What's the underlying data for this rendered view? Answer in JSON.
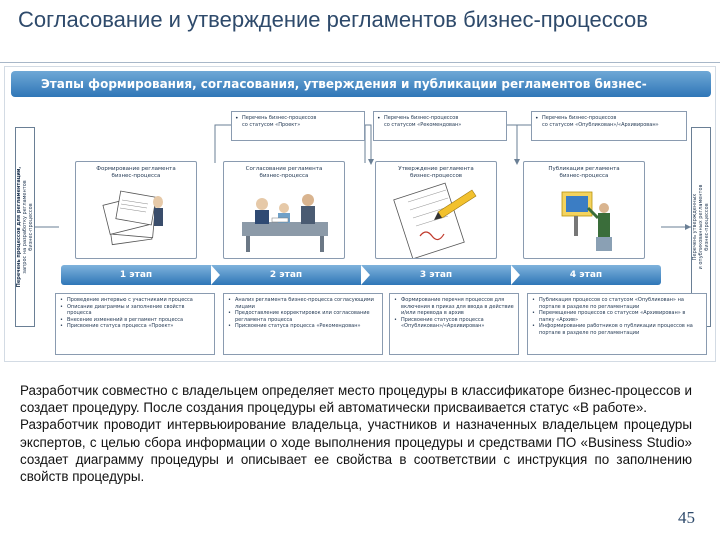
{
  "slide": {
    "title": "Согласование и утверждение регламентов бизнес-процессов",
    "page_number": "45",
    "colors": {
      "accent": "#2f76b7",
      "title": "#2e4a6b"
    }
  },
  "diagram": {
    "banner": "Этапы формирования, согласования, утверждения и публикации регламентов бизнес-процессов",
    "side_left": [
      "Перечень процессов для регламентации,",
      "запрос на разработку регламентов",
      "бизнес-процессов"
    ],
    "side_right": [
      "Перечень утвержденных",
      "и опубликованных регламентов",
      "бизнес-процессов"
    ],
    "lists": [
      {
        "line1": "Перечень бизнес-процессов",
        "line2": "со статусом «Проект»"
      },
      {
        "line1": "Перечень бизнес-процессов",
        "line2": "со статусом «Рекомендован»"
      },
      {
        "line1": "Перечень бизнес-процессов",
        "line2": "со статусом «Опубликован»/«Архивирован»"
      }
    ],
    "stages": [
      {
        "caption1": "Формирование регламента",
        "caption2": "бизнес-процесса",
        "label": "1 этап",
        "icon": "documents-stack-icon"
      },
      {
        "caption1": "Согласование регламента",
        "caption2": "бизнес-процесса",
        "label": "2 этап",
        "icon": "meeting-icon"
      },
      {
        "caption1": "Утверждение регламента",
        "caption2": "бизнес-процессов",
        "label": "3 этап",
        "icon": "signed-document-icon"
      },
      {
        "caption1": "Публикация регламента",
        "caption2": "бизнес-процесса",
        "label": "4 этап",
        "icon": "presenter-icon"
      }
    ],
    "tasks": [
      [
        "Проведение интервью с участниками процесса",
        "Описание диаграммы и заполнение свойств процесса",
        "Внесение изменений в регламент процесса",
        "Присвоение статуса процесса «Проект»"
      ],
      [
        "Анализ регламента бизнес-процесса согласующими лицами",
        "Предоставление корректировок или согласование регламента процесса",
        "Присвоение статуса процесса «Рекомендован»"
      ],
      [
        "Формирование перечня процессов для включения в приказ для ввода в действие и/или перевода в архив",
        "Присвоение статусов процесса «Опубликован»/«Архивирован»"
      ],
      [
        "Публикация процессов со статусом «Опубликован» на портале в разделе по регламентации",
        "Перемещение процессов со статусом «Архивирован» в папку «Архив»",
        "Информирование работников о публикации процессов на портале в разделе по регламентации"
      ]
    ]
  },
  "body": {
    "paragraph1": "Разработчик совместно с владельцем определяет место процедуры в классификаторе бизнес-процессов и создает процедуру. После создания процедуры ей автоматически присваивается статус «В работе».",
    "paragraph2": "Разработчик проводит интервьюирование владельца, участников и назначенных владельцем процедуры экспертов, с целью сбора информации о ходе выполнения процедуры и средствами ПО «Business Studio» создает диаграмму процедуры и описывает ее свойства в соответствии с инструкция по заполнению свойств процедуры."
  }
}
